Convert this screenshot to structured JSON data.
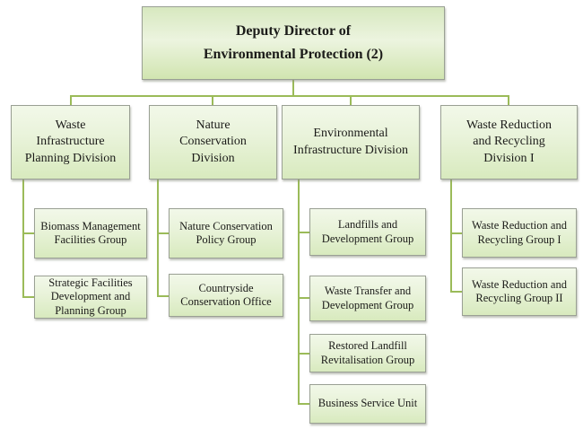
{
  "chart": {
    "root": {
      "line1": "Deputy Director of",
      "line2": "Environmental Protection (2)"
    },
    "divisions": [
      {
        "label": "Waste Infrastructure Planning Division",
        "children": [
          "Biomass Management Facilities Group",
          "Strategic Facilities Development and Planning Group"
        ]
      },
      {
        "label": "Nature Conservation Division",
        "children": [
          "Nature Conservation Policy Group",
          "Countryside Conservation Office"
        ]
      },
      {
        "label": "Environmental Infrastructure Division",
        "children": [
          "Landfills and Development Group",
          "Waste Transfer and Development Group",
          "Restored Landfill Revitalisation Group",
          "Business Service Unit"
        ]
      },
      {
        "label": "Waste Reduction and Recycling Division I",
        "children": [
          "Waste Reduction and Recycling Group I",
          "Waste Reduction and Recycling Group II"
        ]
      }
    ]
  },
  "colors": {
    "connector": "#9bbb59",
    "box_border": "#9aa094",
    "box_fill_top": "#f2f8e9",
    "box_fill_bottom": "#d8eabe",
    "root_fill_top": "#d7e8bf",
    "root_fill_bottom": "#d1e5b0",
    "text": "#1b1b19",
    "background": "#ffffff"
  }
}
